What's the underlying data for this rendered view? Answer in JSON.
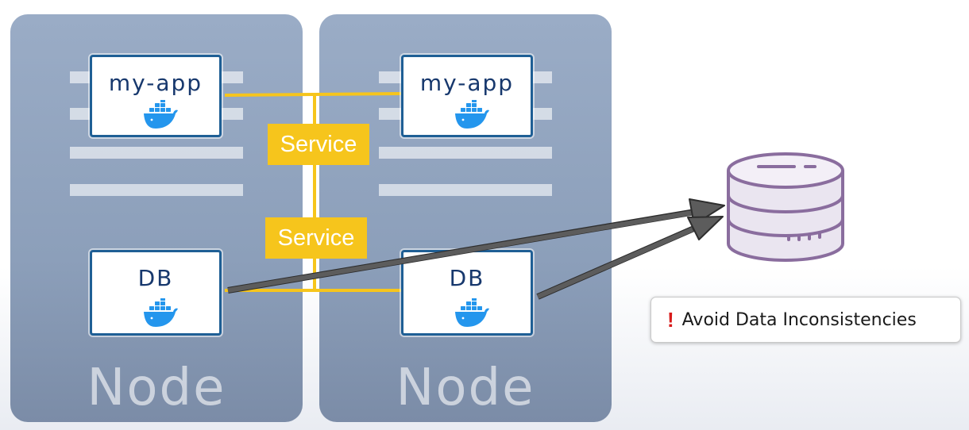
{
  "nodes": [
    {
      "label": "Node"
    },
    {
      "label": "Node"
    }
  ],
  "pods": {
    "app_left": {
      "label": "my-app",
      "icon": "docker-whale-icon"
    },
    "app_right": {
      "label": "my-app",
      "icon": "docker-whale-icon"
    },
    "db_left": {
      "label": "DB",
      "icon": "docker-whale-icon"
    },
    "db_right": {
      "label": "DB",
      "icon": "docker-whale-icon"
    }
  },
  "services": [
    {
      "label": "Service"
    },
    {
      "label": "Service"
    }
  ],
  "storage": {
    "icon": "database-icon"
  },
  "callout": {
    "icon": "exclamation-icon",
    "glyph": "!",
    "text": "Avoid Data Inconsistencies"
  },
  "colors": {
    "node_bg": "#8c9fba",
    "pod_border": "#1f5f95",
    "pod_text": "#17386d",
    "service": "#f6c51c",
    "arrow": "#595959",
    "database": "#8a6d9e",
    "warning": "#d81b1b",
    "docker": "#2496ed"
  }
}
